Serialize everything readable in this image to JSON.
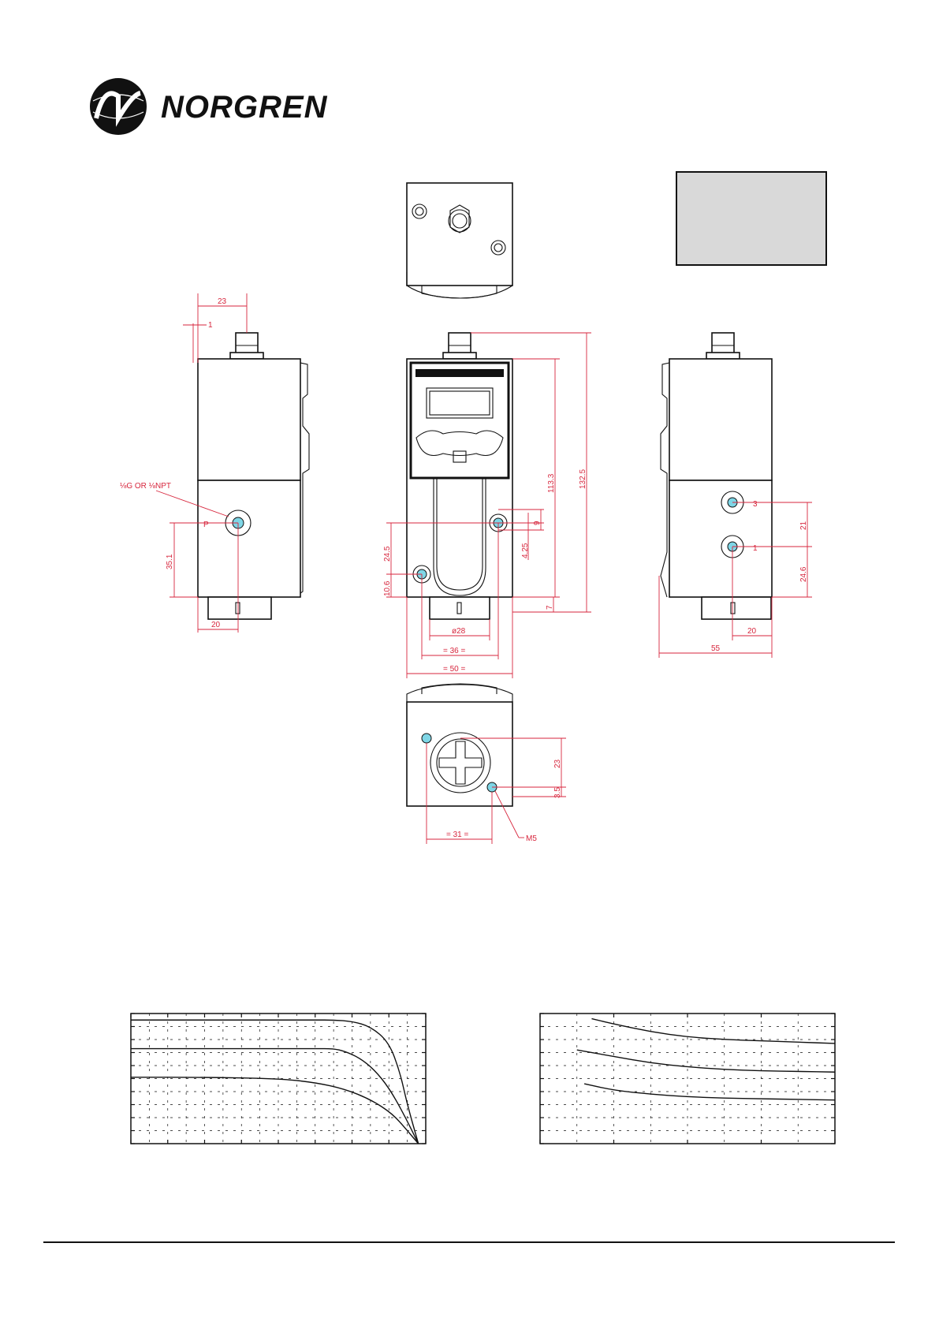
{
  "logo": {
    "brand": "NORGREN"
  },
  "dimensions": {
    "d23_side": "23",
    "d1": "1",
    "port_note": "⅛G OR ⅛NPT",
    "port_marker_left": "P",
    "d35_1": "35.1",
    "d20_left": "20",
    "d113_3": "113.3",
    "d132_5": "132.5",
    "d9": "9",
    "d4_25": "4.25",
    "d24_5": "24.5",
    "d10_6": "10.6",
    "d7": "7",
    "d_dia28": "ø28",
    "d36": "= 36 =",
    "d50": "= 50 =",
    "port_marker_right_top": "3",
    "port_marker_right_bottom": "1",
    "d21": "21",
    "d24_6": "24.6",
    "d20_right": "20",
    "d55": "55",
    "d23_bottom": "23",
    "d3_5": "3.5",
    "d31": "= 31 =",
    "thread_m5": "M5"
  },
  "chart_data": [
    {
      "type": "line",
      "xlim": [
        0,
        8
      ],
      "ylim": [
        0,
        10
      ],
      "grid": true,
      "series": [
        {
          "x": [
            0,
            5,
            5.5,
            6,
            6.5,
            7,
            7.3,
            7.5,
            7.8
          ],
          "y": [
            9.5,
            9.5,
            9.5,
            9.4,
            9.0,
            7.8,
            5.5,
            3.0,
            0.0
          ]
        },
        {
          "x": [
            0,
            5,
            5.5,
            5.8,
            6.2,
            6.6,
            7.0,
            7.4,
            7.8
          ],
          "y": [
            7.3,
            7.3,
            7.3,
            7.1,
            6.6,
            5.7,
            4.3,
            2.3,
            0.0
          ]
        },
        {
          "x": [
            0,
            2,
            4,
            5,
            5.8,
            6.5,
            7.1,
            7.5,
            7.8
          ],
          "y": [
            5.1,
            5.1,
            5.0,
            4.7,
            4.2,
            3.4,
            2.3,
            1.0,
            0.0
          ]
        }
      ]
    },
    {
      "type": "line",
      "xlim": [
        0,
        4
      ],
      "ylim": [
        0,
        10
      ],
      "grid": true,
      "series": [
        {
          "x": [
            0.7,
            1,
            1.5,
            2,
            2.5,
            3,
            3.5,
            4
          ],
          "y": [
            9.6,
            9.2,
            8.6,
            8.2,
            8.0,
            7.9,
            7.8,
            7.7
          ]
        },
        {
          "x": [
            0.5,
            1,
            1.5,
            2,
            2.5,
            3,
            3.5,
            4
          ],
          "y": [
            7.2,
            6.7,
            6.2,
            5.9,
            5.7,
            5.6,
            5.55,
            5.5
          ]
        },
        {
          "x": [
            0.6,
            1,
            1.5,
            2,
            2.5,
            3,
            3.5,
            4
          ],
          "y": [
            4.6,
            4.1,
            3.8,
            3.6,
            3.5,
            3.45,
            3.4,
            3.35
          ]
        }
      ]
    }
  ]
}
